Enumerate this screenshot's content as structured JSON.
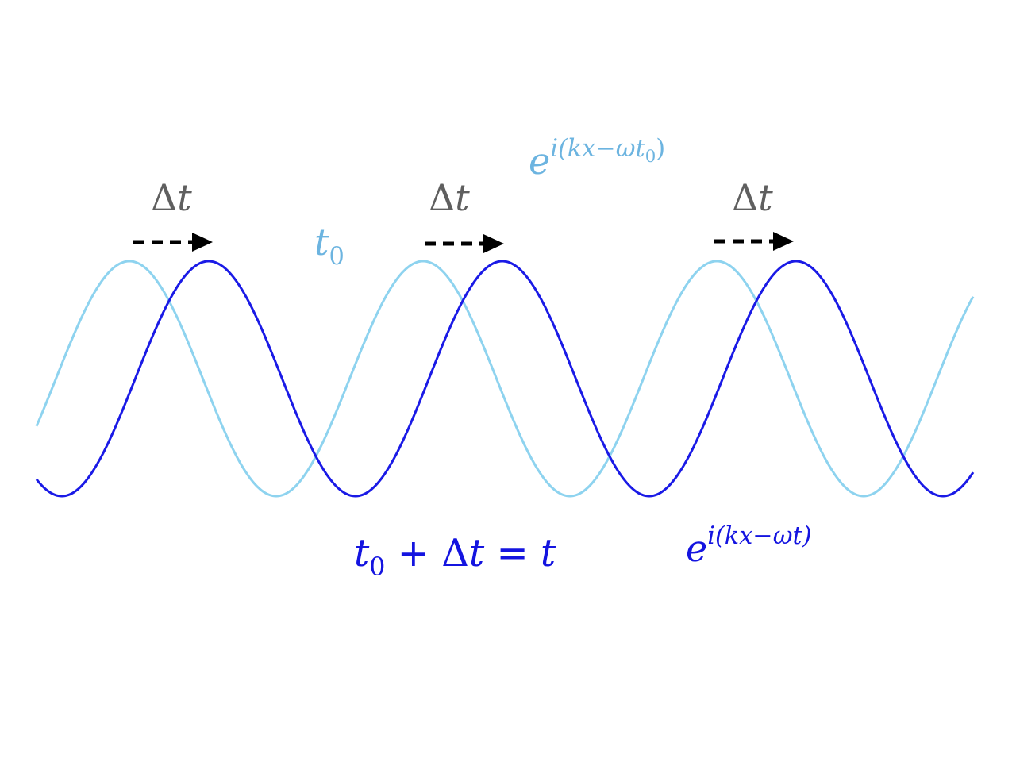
{
  "colors": {
    "wave_initial": "#8ed3ef",
    "wave_shifted": "#1a1ae6",
    "arrow": "#000000",
    "delta_text": "#5f5f5f",
    "initial_text": "#6cb4e0",
    "shifted_text": "#1414e0"
  },
  "labels": {
    "delta_symbol": "Δ",
    "delta_var": "t",
    "t_var": "t",
    "t0_sub": "0",
    "exp_base": "e",
    "exp_initial_prefix": "i(kx−ωt",
    "exp_initial_sub": "0",
    "exp_initial_suffix": ")",
    "exp_shifted": "i(kx−ωt)",
    "relation_t": "t",
    "relation_sub": "0",
    "relation_plus": "+",
    "relation_delta": "Δ",
    "relation_dt": "t",
    "relation_eq": "=",
    "relation_rhs": "t"
  },
  "waves": {
    "wavelength": 370,
    "shift_fraction": 0.27
  }
}
